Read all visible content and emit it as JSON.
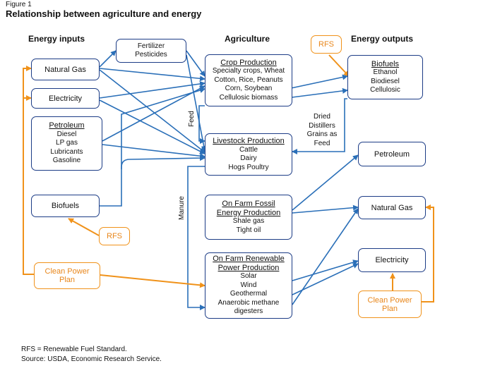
{
  "figure": {
    "label": "Figure 1",
    "title": "Relationship between agriculture and energy"
  },
  "headers": {
    "inputs": "Energy inputs",
    "agriculture": "Agriculture",
    "outputs": "Energy outputs"
  },
  "inputs": {
    "fertilizer": [
      "Fertilizer",
      "Pesticides"
    ],
    "natural_gas": "Natural Gas",
    "electricity": "Electricity",
    "petroleum": {
      "title": "Petroleum",
      "items": [
        "Diesel",
        "LP gas",
        "Lubricants",
        "Gasoline"
      ]
    },
    "biofuels": "Biofuels",
    "rfs": "RFS",
    "clean_power": [
      "Clean Power",
      "Plan"
    ]
  },
  "agriculture": {
    "crop": {
      "title": "Crop Production",
      "items": [
        "Specialty crops, Wheat",
        "Cotton, Rice, Peanuts",
        "Corn, Soybean",
        "Cellulosic biomass"
      ]
    },
    "livestock": {
      "title": "Livestock Production",
      "items": [
        "Cattle",
        "Dairy",
        "Hogs Poultry"
      ]
    },
    "fossil": {
      "title": [
        "On Farm Fossil",
        "Energy Production"
      ],
      "items": [
        "Shale gas",
        "Tight oil"
      ]
    },
    "renewable": {
      "title": [
        "On Farm Renewable",
        "Power Production"
      ],
      "items": [
        "Solar",
        "Wind",
        "Geothermal",
        "Anaerobic methane",
        "digesters"
      ]
    },
    "feed_label": "Feed",
    "manure_label": "Manure",
    "ddgs_label": [
      "Dried",
      "Distillers",
      "Grains as",
      "Feed"
    ]
  },
  "outputs": {
    "rfs": "RFS",
    "biofuels": {
      "title": "Biofuels",
      "items": [
        "Ethanol",
        "Biodiesel",
        "Cellulosic"
      ]
    },
    "petroleum": "Petroleum",
    "natural_gas": "Natural Gas",
    "electricity": "Electricity",
    "clean_power": [
      "Clean Power",
      "Plan"
    ]
  },
  "footer": {
    "note": "RFS = Renewable Fuel Standard.",
    "source": "Source:  USDA, Economic Research Service."
  },
  "colors": {
    "blue": "#1c3c86",
    "arrow_blue": "#2a6fb8",
    "orange": "#f0921a"
  }
}
